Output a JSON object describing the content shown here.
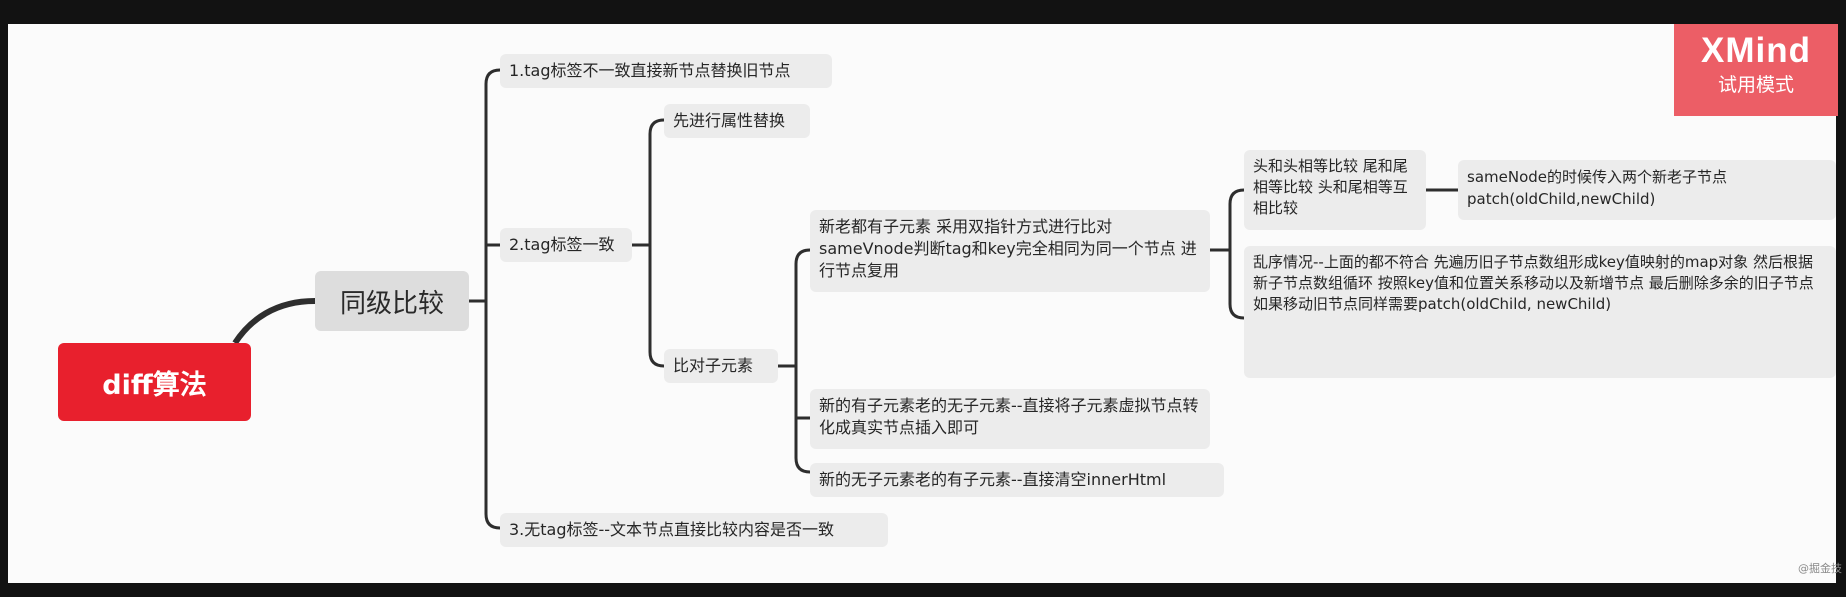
{
  "badge": {
    "title": "XMind",
    "subtitle": "试用模式"
  },
  "root": {
    "label": "diff算法"
  },
  "main_topic": {
    "label": "同级比较"
  },
  "branches": {
    "b1": "1.tag标签不一致直接新节点替换旧节点",
    "b2": "2.tag标签一致",
    "b3": "3.无tag标签--文本节点直接比较内容是否一致"
  },
  "b2_children": {
    "attr": "先进行属性替换",
    "compare": "比对子元素"
  },
  "compare_children": {
    "both_have": "新老都有子元素 采用双指针方式进行比对sameVnode判断tag和key完全相同为同一个节点 进行节点复用",
    "new_only": "新的有子元素老的无子元素--直接将子元素虚拟节点转化成真实节点插入即可",
    "old_only": "新的无子元素老的有子元素--直接清空innerHtml"
  },
  "both_have_children": {
    "head_tail": "头和头相等比较 尾和尾相等比较 头和尾相等互相比较",
    "disorder": "乱序情况--上面的都不符合 先遍历旧子节点数组形成key值映射的map对象 然后根据新子节点数组循环 按照key值和位置关系移动以及新增节点 最后删除多余的旧子节点 如果移动旧节点同样需要patch(oldChild, newChild)"
  },
  "head_tail_child": {
    "label": "sameNode的时候传入两个新老子节点patch(oldChild,newChild)"
  },
  "watermark": "@掘金技"
}
